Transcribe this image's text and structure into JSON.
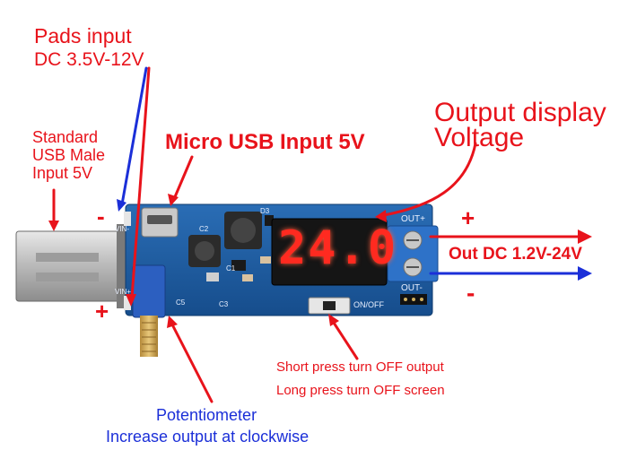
{
  "labels": {
    "pads_input_title": "Pads input",
    "pads_input_range": "DC 3.5V-12V",
    "standard_usb_1": "Standard",
    "standard_usb_2": "USB Male",
    "standard_usb_3": "Input 5V",
    "micro_usb": "Micro USB  Input 5V",
    "output_display_1": "Output display",
    "output_display_2": "Voltage",
    "out_dc": "Out DC 1.2V-24V",
    "plus_right": "+",
    "minus_right": "-",
    "minus_left": "-",
    "plus_left": "+",
    "short_press": "Short press turn OFF output",
    "long_press": "Long press turn OFF screen",
    "potentiometer": "Potentiometer",
    "clockwise": "Increase output at clockwise"
  },
  "board": {
    "display_value": "24.0",
    "out_plus_label": "OUT+",
    "out_minus_label": "OUT-",
    "onoff_label": "ON/OFF",
    "vin_minus_label": "VIN-",
    "vin_plus_label": "VIN+",
    "d3_label": "D3",
    "c2_label": "C2",
    "c1_label": "C1",
    "c3_label": "C3",
    "c5_label": "C5"
  },
  "colors": {
    "label_red": "#e8131b",
    "label_blue": "#1b2fd8",
    "pcb_blue": "#1f5fa6",
    "led_red": "#ff2a20"
  }
}
